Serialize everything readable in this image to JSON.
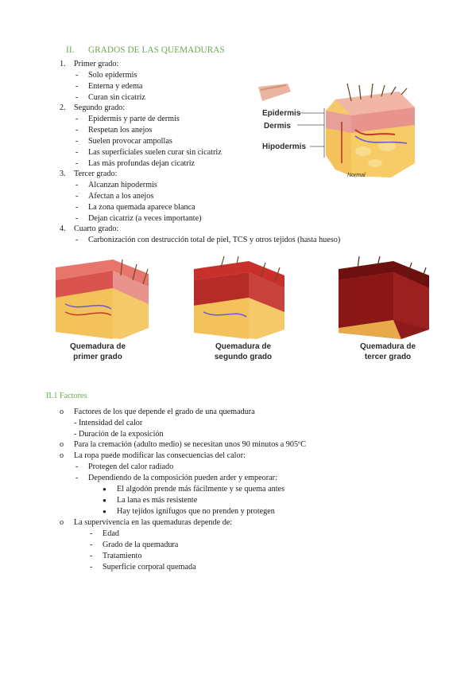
{
  "section": {
    "number": "II.",
    "title": "GRADOS DE LAS QUEMADURAS",
    "accent_color": "#6aa84f"
  },
  "grades": [
    {
      "num": "1.",
      "title": "Primer grado:",
      "items": [
        "Solo epidermis",
        "Enterna y edema",
        "Curan sin cicatriz"
      ]
    },
    {
      "num": "2.",
      "title": "Segundo grado:",
      "items": [
        "Epidermis y parte de dermis",
        "Respetan los anejos",
        "Suelen provocar ampollas",
        "Las superficiales suelen curar sin cicatriz",
        "Las más profundas dejan cicatriz"
      ]
    },
    {
      "num": "3.",
      "title": "Tercer grado:",
      "items": [
        "Alcanzan hipodermis",
        "Afectan a los anejos",
        "La zona quemada aparece blanca",
        "Dejan cicatriz (a veces importante)"
      ]
    },
    {
      "num": "4.",
      "title": "Cuarto grado:",
      "items": [
        "Carbonización con destrucción total de piel, TCS y otros tejidos (hasta hueso)"
      ]
    }
  ],
  "skin_figure": {
    "labels": [
      "Epidermis",
      "Dermis",
      "Hipodermis"
    ],
    "caption": "Normal"
  },
  "burn_figures": [
    {
      "caption": "Quemadura de\nprimer grado"
    },
    {
      "caption": "Quemadura de\nsegundo grado"
    },
    {
      "caption": "Quemadura de\ntercer grado"
    }
  ],
  "subsection": {
    "title": "II.1 Factores",
    "bullet_marker": "o",
    "dash_marker": "-",
    "dot_marker": "●"
  },
  "factors": {
    "f1": "Factores de los que depende el grado de una quemadura",
    "f1_sub": [
      "- Intensidad del calor",
      "- Duración de la exposición"
    ],
    "f2": "Para la cremación (adulto medio) se necesitan unos 90 minutos a 905ºC",
    "f3": "La ropa puede modificar las consecuencias del calor:",
    "f3_sub1": "Protegen del calor radiado",
    "f3_sub2": "Dependiendo de la composición pueden arder y empeorar:",
    "f3_dots": [
      "El algodón prende más fácilmente y se quema antes",
      "La lana es más resistente",
      "Hay tejidos ignífugos que no prenden y protegen"
    ],
    "f4": "La supervivencia en las quemaduras depende de:",
    "f4_sub": [
      "Edad",
      "Grado de la quemadura",
      "Tratamiento",
      "Superficie corporal quemada"
    ]
  }
}
